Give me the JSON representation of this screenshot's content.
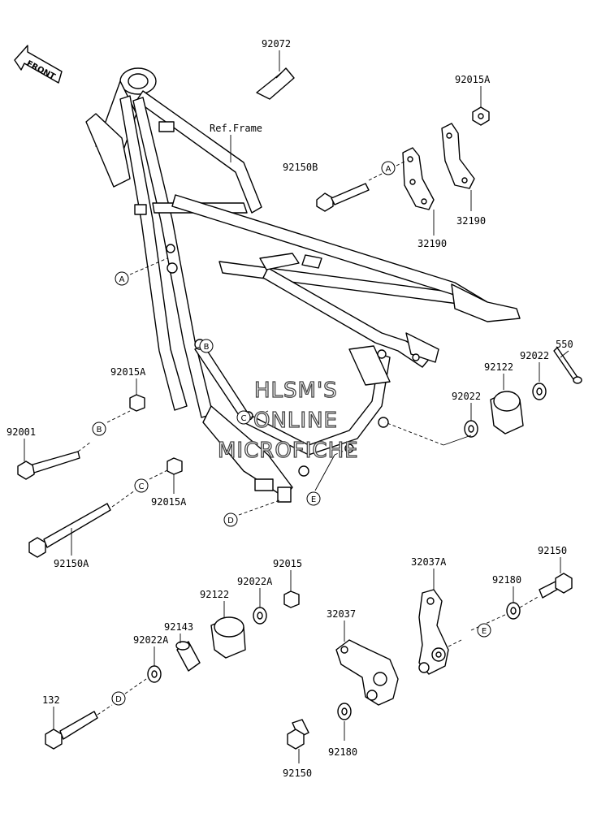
{
  "front_arrow": {
    "label": "FRONT"
  },
  "ref_frame": "Ref.Frame",
  "parts": {
    "p92072": "92072",
    "p92015A_top": "92015A",
    "p92150B": "92150B",
    "p32190_a": "32190",
    "p32190_b": "32190",
    "p92015A_left": "92015A",
    "p92001": "92001",
    "p92015A_mid": "92015A",
    "p92150A": "92150A",
    "p550": "550",
    "p92022_a": "92022",
    "p92122_right": "92122",
    "p92022_b": "92022",
    "p92015": "92015",
    "p92022A_top": "92022A",
    "p92122_bottom": "92122",
    "p92143": "92143",
    "p92022A_left": "92022A",
    "p132": "132",
    "p32037A": "32037A",
    "p32037": "32037",
    "p92180_right": "92180",
    "p92150_right": "92150",
    "p92180_bottom": "92180",
    "p92150_bottom": "92150"
  },
  "callouts": {
    "a1": "A",
    "a2": "A",
    "b1": "B",
    "b2": "B",
    "c1": "C",
    "c2": "C",
    "d1": "D",
    "d2": "D",
    "e1": "E",
    "e2": "E"
  },
  "watermark": {
    "line1": "HLSM'S",
    "line2": "ONLINE",
    "line3": "MICROFICHE"
  }
}
